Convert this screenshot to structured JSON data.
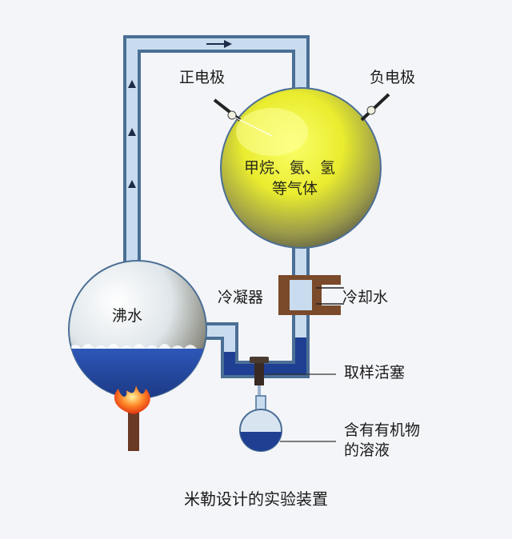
{
  "labels": {
    "anode": "正电极",
    "cathode": "负电极",
    "gases_line1": "甲烷、氨、氢",
    "gases_line2": "等气体",
    "condenser": "冷凝器",
    "cooling_water": "冷却水",
    "boiling_water": "沸水",
    "stopcock": "取样活塞",
    "solution_line1": "含有有机物",
    "solution_line2": "的溶液"
  },
  "caption": "米勒设计的实验装置",
  "colors": {
    "tube_fill": "#c9dcef",
    "tube_edge": "#4b6f95",
    "water": "#1f3f93",
    "gas_glow": "#f3f23a",
    "flask_dark": "#6b6650",
    "condenser": "#7a4a2a",
    "flame": "#ff5a1a"
  },
  "icons": [
    "electrode-icon",
    "flame-icon",
    "stopcock-icon",
    "arrow-icon"
  ]
}
